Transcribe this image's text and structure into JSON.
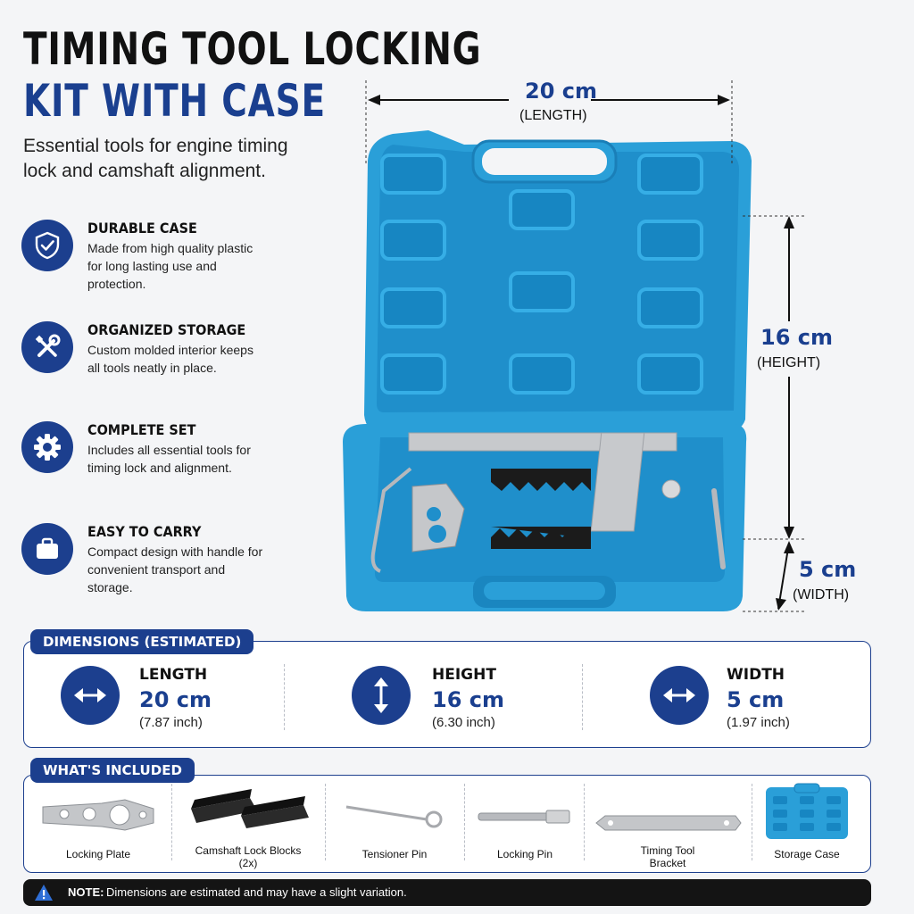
{
  "header": {
    "title_line1": "TIMING TOOL LOCKING",
    "title_line2": "KIT WITH CASE",
    "subtitle": "Essential tools for engine timing lock and camshaft alignment."
  },
  "features": [
    {
      "title": "DURABLE CASE",
      "desc": "Made from high quality plastic for long lasting use and protection.",
      "icon": "shield-check-icon"
    },
    {
      "title": "ORGANIZED STORAGE",
      "desc": "Custom molded interior keeps all tools neatly in place.",
      "icon": "wrench-screwdriver-icon"
    },
    {
      "title": "COMPLETE SET",
      "desc": "Includes all essential tools for timing lock and alignment.",
      "icon": "gear-icon"
    },
    {
      "title": "EASY TO CARRY",
      "desc": "Compact design with handle for convenient transport and storage.",
      "icon": "briefcase-icon"
    }
  ],
  "annotations": {
    "length_value": "20 cm",
    "length_label": "(LENGTH)",
    "height_value": "16 cm",
    "height_label": "(HEIGHT)",
    "width_value": "5 cm",
    "width_label": "(WIDTH)"
  },
  "dimensions": {
    "tab": "DIMENSIONS (ESTIMATED)",
    "items": [
      {
        "label": "LENGTH",
        "value": "20 cm",
        "inch": "(7.87 inch)",
        "icon": "horizontal-arrow-icon"
      },
      {
        "label": "HEIGHT",
        "value": "16 cm",
        "inch": "(6.30 inch)",
        "icon": "vertical-arrow-icon"
      },
      {
        "label": "WIDTH",
        "value": "5 cm",
        "inch": "(1.97 inch)",
        "icon": "horizontal-arrow-icon"
      }
    ]
  },
  "included": {
    "tab": "WHAT'S INCLUDED",
    "items": [
      {
        "label": "Locking Plate"
      },
      {
        "label": "Camshaft Lock Blocks (2x)"
      },
      {
        "label": "Tensioner Pin"
      },
      {
        "label": "Locking Pin"
      },
      {
        "label": "Timing Tool Bracket"
      },
      {
        "label": "Storage Case"
      }
    ]
  },
  "note": {
    "bold": "NOTE:",
    "text": "Dimensions are estimated and may have a slight variation."
  },
  "colors": {
    "navy": "#1c3f8e",
    "case_blue": "#2a9fd8",
    "background": "#f4f5f7"
  }
}
